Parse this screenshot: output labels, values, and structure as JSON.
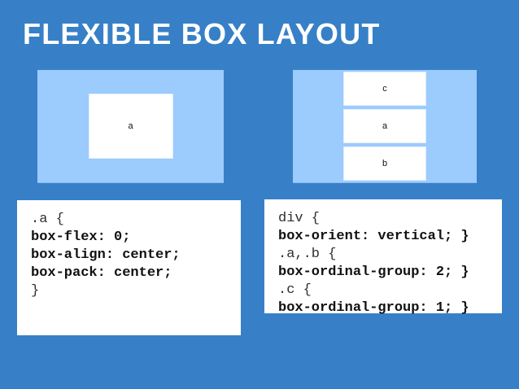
{
  "slide": {
    "background_color": "#3780c8",
    "title": "FLEXIBLE BOX LAYOUT",
    "title_color": "#ffffff"
  },
  "demos": {
    "container_color": "#9ccbfd",
    "box_color": "#ffffff",
    "left": {
      "name": "centered-single-box-demo",
      "boxes": [
        {
          "label": "a"
        }
      ]
    },
    "right": {
      "name": "vertical-ordinal-group-demo",
      "boxes": [
        {
          "label": "c"
        },
        {
          "label": "a"
        },
        {
          "label": "b"
        }
      ]
    }
  },
  "code_panels": {
    "left": {
      "name": "css-snippet-box-align-pack",
      "lines": [
        {
          "text": ".a {",
          "kind": "selector"
        },
        {
          "text": "box-flex: 0;",
          "kind": "prop"
        },
        {
          "text": "box-align: center;",
          "kind": "prop"
        },
        {
          "text": "box-pack: center;",
          "kind": "prop"
        },
        {
          "text": "}",
          "kind": "selector"
        }
      ]
    },
    "right": {
      "name": "css-snippet-box-orient-ordinal",
      "lines": [
        {
          "text": "div {",
          "kind": "selector"
        },
        {
          "text": "box-orient: vertical; }",
          "kind": "prop"
        },
        {
          "text": ".a,.b {",
          "kind": "selector"
        },
        {
          "text": "box-ordinal-group: 2; }",
          "kind": "prop"
        },
        {
          "text": ".c {",
          "kind": "selector"
        },
        {
          "text": "box-ordinal-group: 1; }",
          "kind": "prop"
        }
      ]
    }
  }
}
